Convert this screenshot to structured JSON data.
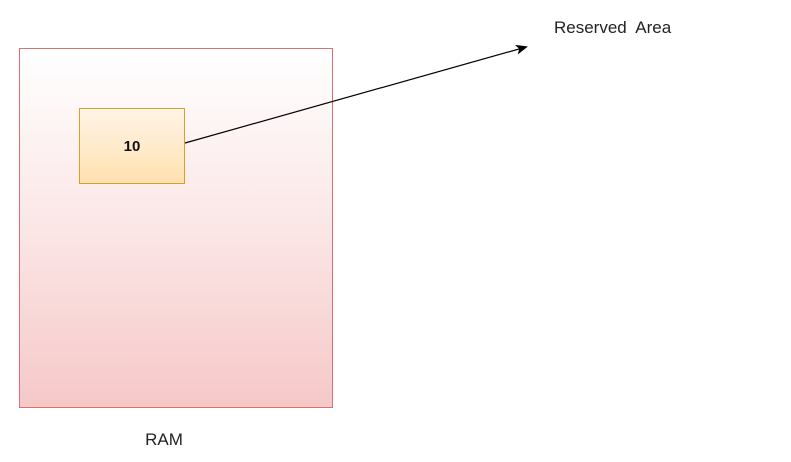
{
  "diagram": {
    "ram_label": "RAM",
    "value": "10",
    "reserved_label": "Reserved  Area"
  },
  "colors": {
    "ram_border": "#d9716f",
    "ram_fill_bottom": "#f6c8c8",
    "value_border": "#d6a12a",
    "value_fill": "#ffe1b0",
    "arrow": "#000000"
  }
}
